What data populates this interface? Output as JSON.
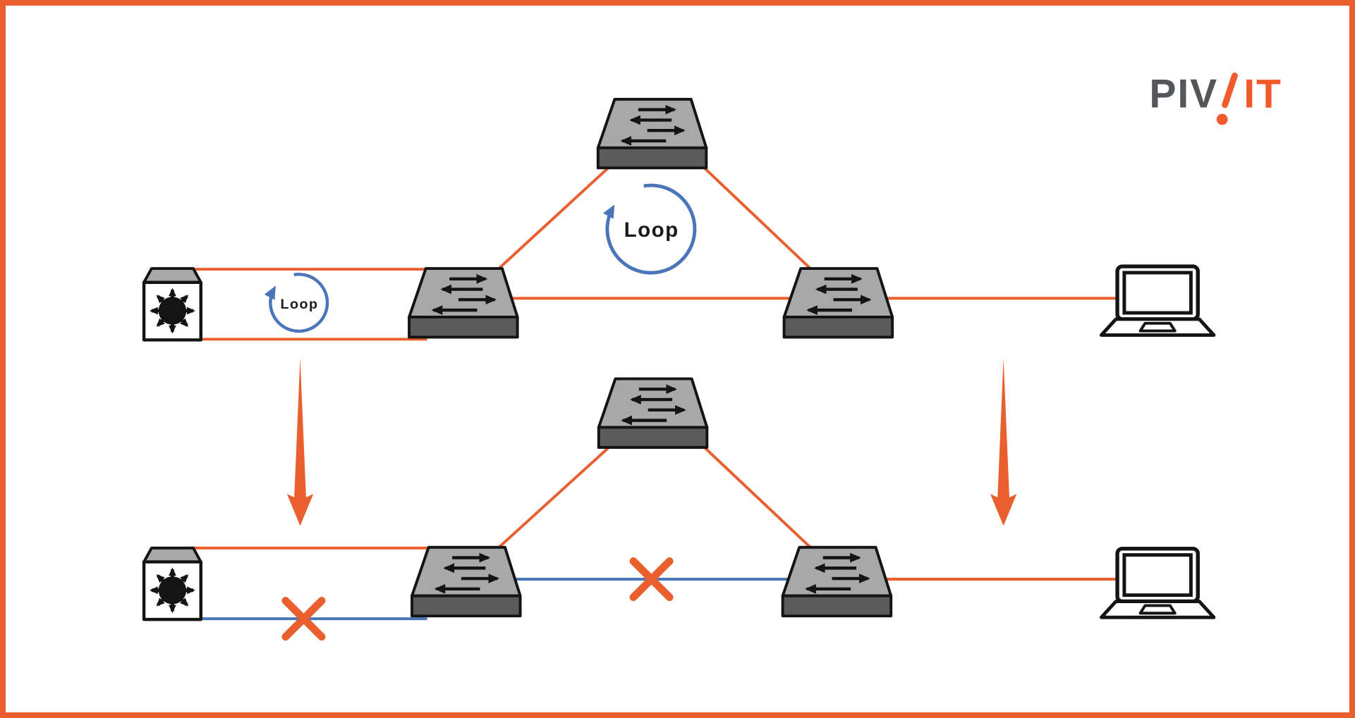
{
  "logo": {
    "gray_text": "PIV",
    "orange_text": "IT",
    "mark": "tilted-exclamation-mark"
  },
  "labels": {
    "loop_top": "Loop",
    "loop_left": "Loop"
  },
  "colors": {
    "accent-orange": "#E9602E",
    "link-blue": "#4A75B8",
    "switch-top": "#A8A8A8",
    "switch-front": "#5B5B5B",
    "outline": "#141414",
    "logo-gray": "#55565A",
    "logo-orange": "#F15B2B",
    "background": "#FFFFFF",
    "label-text": "#1A1A1A"
  },
  "diagram": {
    "top_section": {
      "devices": [
        "multilayer-switch",
        "switch-top",
        "switch-left",
        "switch-right",
        "laptop"
      ],
      "links": [
        {
          "from": "multilayer-switch",
          "to": "switch-left",
          "line": "upper",
          "color": "orange",
          "state": "active"
        },
        {
          "from": "multilayer-switch",
          "to": "switch-left",
          "line": "lower",
          "color": "orange",
          "state": "active"
        },
        {
          "from": "switch-left",
          "to": "switch-top",
          "color": "orange",
          "state": "active"
        },
        {
          "from": "switch-top",
          "to": "switch-right",
          "color": "orange",
          "state": "active"
        },
        {
          "from": "switch-left",
          "to": "switch-right",
          "color": "orange",
          "state": "active"
        },
        {
          "from": "switch-right",
          "to": "laptop",
          "color": "orange",
          "state": "active"
        }
      ],
      "loop_indicators": 2
    },
    "bottom_section": {
      "devices": [
        "multilayer-switch",
        "switch-top",
        "switch-left",
        "switch-right",
        "laptop"
      ],
      "links": [
        {
          "from": "multilayer-switch",
          "to": "switch-left",
          "line": "upper",
          "color": "orange",
          "state": "active"
        },
        {
          "from": "multilayer-switch",
          "to": "switch-left",
          "line": "lower",
          "color": "blue",
          "state": "blocked"
        },
        {
          "from": "switch-left",
          "to": "switch-top",
          "color": "orange",
          "state": "active"
        },
        {
          "from": "switch-top",
          "to": "switch-right",
          "color": "orange",
          "state": "active"
        },
        {
          "from": "switch-left",
          "to": "switch-right",
          "color": "blue",
          "state": "blocked"
        },
        {
          "from": "switch-right",
          "to": "laptop",
          "color": "orange",
          "state": "active"
        }
      ],
      "blocked_marks": 2
    },
    "transition_arrows": 2
  }
}
